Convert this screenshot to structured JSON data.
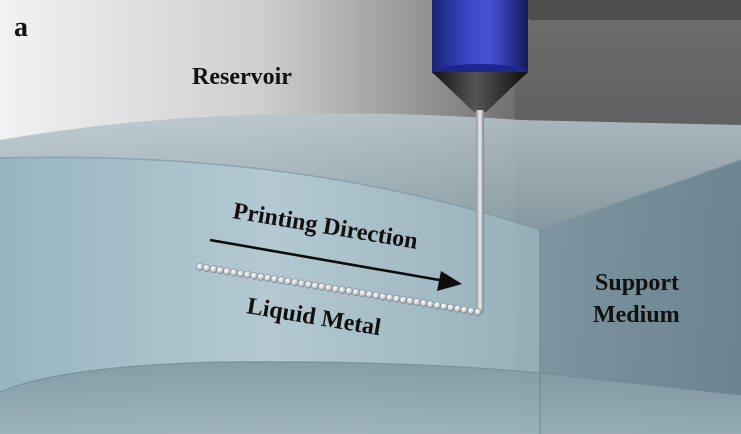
{
  "figure": {
    "panel_letter": "a",
    "labels": {
      "reservoir": "Reservoir",
      "printing_direction": "Printing Direction",
      "liquid_metal": "Liquid Metal",
      "support_line1": "Support",
      "support_line2": "Medium"
    }
  },
  "colors": {
    "nozzle_barrel": "#2f3aa6",
    "nozzle_cone": "#1e1e1e",
    "needle": "#bfc4c8",
    "medium": "#8fb0bd",
    "reservoir_wall": "#4a4a4a",
    "metal_bead": "#cfd5da"
  }
}
